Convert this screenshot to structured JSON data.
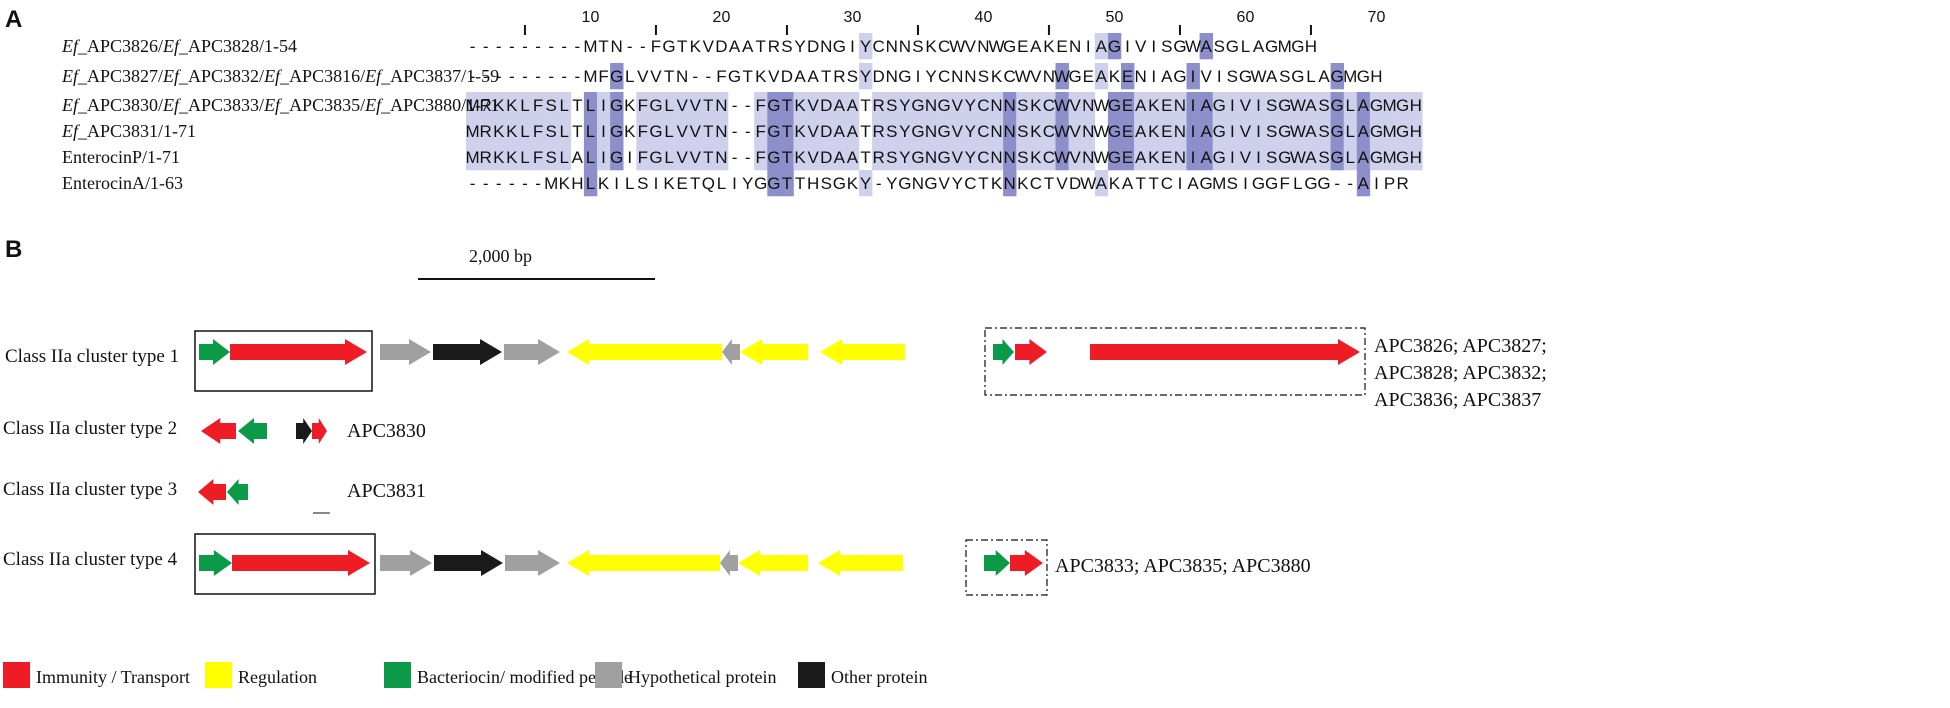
{
  "panels": {
    "a": "A",
    "b": "B"
  },
  "alignment": {
    "rows": [
      {
        "parts": [
          [
            "Ef",
            true
          ],
          [
            "_APC3826/",
            false
          ],
          [
            "Ef",
            true
          ],
          [
            "_APC3828/1-54",
            false
          ]
        ],
        "seq": "---------MTN--FGTKVDAATRSYDNGIYCNNSKCWVNWGEAKENIAGIVISGWASGLAGMGH"
      },
      {
        "parts": [
          [
            "Ef",
            true
          ],
          [
            "_APC3827/",
            false
          ],
          [
            "Ef",
            true
          ],
          [
            "_APC3832/",
            false
          ],
          [
            "Ef",
            true
          ],
          [
            "_APC3816/",
            false
          ],
          [
            "Ef",
            true
          ],
          [
            "_APC3837/1-59",
            false
          ]
        ],
        "seq": "---------MFGLVVTN--FGTKVDAATRSYDNGIYCNNSKCWVNWGEAKENIAGIVISGWASGLAGMGH"
      },
      {
        "parts": [
          [
            "Ef",
            true
          ],
          [
            "_APC3830/",
            false
          ],
          [
            "Ef",
            true
          ],
          [
            "_APC3833/",
            false
          ],
          [
            "Ef",
            true
          ],
          [
            "_APC3835/",
            false
          ],
          [
            "Ef",
            true
          ],
          [
            "_APC3880/1-71",
            false
          ]
        ],
        "seq": "MRKKLFSLTLIGKFGLVVTN--FGTKVDAATRSYGNGVYCNNSKCWVNWGEAKENIAGIVISGWASGLAGMGH"
      },
      {
        "parts": [
          [
            "Ef",
            true
          ],
          [
            "_APC3831/1-71",
            false
          ]
        ],
        "seq": "MRKKLFSLTLIGKFGLVVTN--FGTKVDAATRSYGNGVYCNNSKCWVNWGEAKENIAGIVISGWASGLAGMGH"
      },
      {
        "parts": [
          [
            "EnterocinP/1-71",
            false
          ]
        ],
        "seq": "MRKKLFSLALIGIFGLVVTN--FGTKVDAATRSYGNGVYCNNSKCWVNWGEAKENIAGIVISGWASGLAGMGH"
      },
      {
        "parts": [
          [
            "EnterocinA/1-63",
            false
          ]
        ],
        "seq": "------MKHLKILSIKETQLIYGGTTHSGKY-YGNGVYCTKNKCTVDWAKATTCIAGMSIGGFLGG--AIPR"
      }
    ],
    "ruler_labels": [
      {
        "pos": 10,
        "text": "10"
      },
      {
        "pos": 20,
        "text": "20"
      },
      {
        "pos": 30,
        "text": "30"
      },
      {
        "pos": 40,
        "text": "40"
      },
      {
        "pos": 50,
        "text": "50"
      },
      {
        "pos": 60,
        "text": "60"
      },
      {
        "pos": 70,
        "text": "70"
      }
    ],
    "ruler_ticks": [
      5,
      15,
      25,
      35,
      45,
      55,
      65
    ],
    "colors": {
      "dark": "#5357a8",
      "medium": "#8d8fca",
      "light": "#cfd0ec"
    }
  },
  "clusters": {
    "scale_label": "2,000  bp",
    "types": [
      {
        "label": "Class  IIa  cluster  type  1",
        "strains": [
          "APC3826; APC3827;",
          "APC3828; APC3832;",
          "APC3836; APC3837"
        ]
      },
      {
        "label": "Class  IIa  cluster  type  2",
        "strains": [
          "APC3830"
        ]
      },
      {
        "label": "Class  IIa  cluster  type  3",
        "strains": [
          "APC3831"
        ]
      },
      {
        "label": "Class  IIa  cluster  type  4",
        "strains": [
          "APC3833;  APC3835;  APC3880"
        ]
      }
    ],
    "colors": {
      "immunity": "#ee1c24",
      "regulation": "#ffff00",
      "bacteriocin": "#0a9a48",
      "hypothetical": "#a0a0a0",
      "other": "#1a1a1a"
    }
  },
  "legend": [
    {
      "color": "#ee1c24",
      "label": "Immunity  / Transport"
    },
    {
      "color": "#ffff00",
      "label": "Regulation"
    },
    {
      "color": "#0a9a48",
      "label": "Bacteriocin/  modified peptide"
    },
    {
      "color": "#a0a0a0",
      "label": "Hypothetical protein"
    },
    {
      "color": "#1a1a1a",
      "label": "Other protein"
    }
  ]
}
